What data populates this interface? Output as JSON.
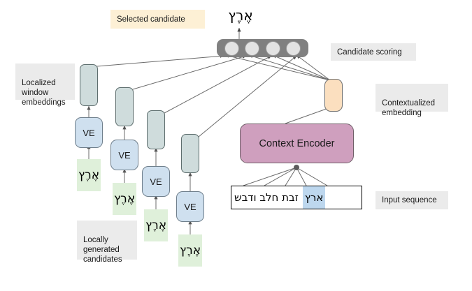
{
  "figure": {
    "title": "Candidate scoring architecture diagram",
    "colors": {
      "candidate_box": "#dff0da",
      "ve_box": "#cfe0ef",
      "window_embedding": "#cfdcdc",
      "contextualized_embedding": "#fbdfbf",
      "context_encoder": "#cf9fbe",
      "score_bar": "#808080",
      "score_dot": "#e3e3e3",
      "caption_chip": "#ebebeb",
      "selected_chip": "#fdf0d5",
      "input_highlight": "#bdd7ee"
    }
  },
  "labels": {
    "selected_candidate": "Selected candidate",
    "candidate_scoring": "Candidate scoring",
    "localized_window_embeddings": "Localized\nwindow\nembeddings",
    "contextualized_embedding": "Contextualized\nembedding",
    "locally_generated_candidates": "Locally\ngenerated\ncandidates",
    "input_sequence": "Input sequence"
  },
  "nodes": {
    "selected_word": "אֶרֶץ",
    "context_encoder": "Context Encoder",
    "ve_label": "VE",
    "score_dots": [
      "",
      "",
      "",
      ""
    ]
  },
  "candidates": [
    {
      "text": "אֶרֶץ"
    },
    {
      "text": "אֶרֶץ"
    },
    {
      "text": "אֶרֶץ"
    },
    {
      "text": "אֶרֶץ"
    }
  ],
  "encoders": [
    {
      "label": "VE"
    },
    {
      "label": "VE"
    },
    {
      "label": "VE"
    },
    {
      "label": "VE"
    }
  ],
  "input_sequence": {
    "highlighted_word": "ארץ",
    "rest_words": "זבת חלב ודבש",
    "full": "ארץ זבת חלב ודבש"
  }
}
